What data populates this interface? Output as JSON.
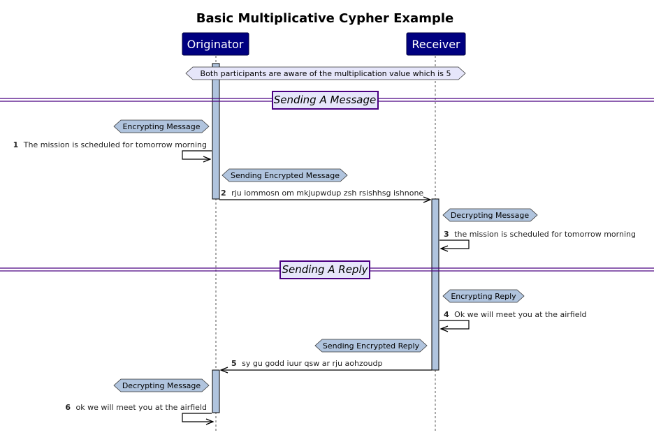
{
  "title": "Basic Multiplicative Cypher Example",
  "participants": {
    "originator": "Originator",
    "receiver": "Receiver"
  },
  "colors": {
    "participant_fill": "#000080",
    "activation_fill": "#b0c4de",
    "note_fill": "#b0c4de",
    "shared_note_fill": "#e6e6fa",
    "divider_line": "#4b0082"
  },
  "shared_note": "Both participants are aware of the multiplication value which is 5",
  "dividers": {
    "sending_message": "Sending A Message",
    "sending_reply": "Sending A Reply"
  },
  "notes": {
    "encrypting_message": "Encrypting Message",
    "sending_encrypted_message": "Sending Encrypted Message",
    "decrypting_message_receiver": "Decrypting Message",
    "encrypting_reply": "Encrypting Reply",
    "sending_encrypted_reply": "Sending Encrypted Reply",
    "decrypting_message_originator": "Decrypting Message"
  },
  "messages": [
    {
      "num": "1",
      "text": "The mission is scheduled for tomorrow morning"
    },
    {
      "num": "2",
      "text": "rju iommosn om mkjupwdup zsh rsishhsg ishnone"
    },
    {
      "num": "3",
      "text": "the mission is scheduled for tomorrow morning"
    },
    {
      "num": "4",
      "text": "Ok we will meet you at the airfield"
    },
    {
      "num": "5",
      "text": "sy gu godd iuur qsw ar rju aohzoudp"
    },
    {
      "num": "6",
      "text": "ok we will meet you at the airfield"
    }
  ]
}
